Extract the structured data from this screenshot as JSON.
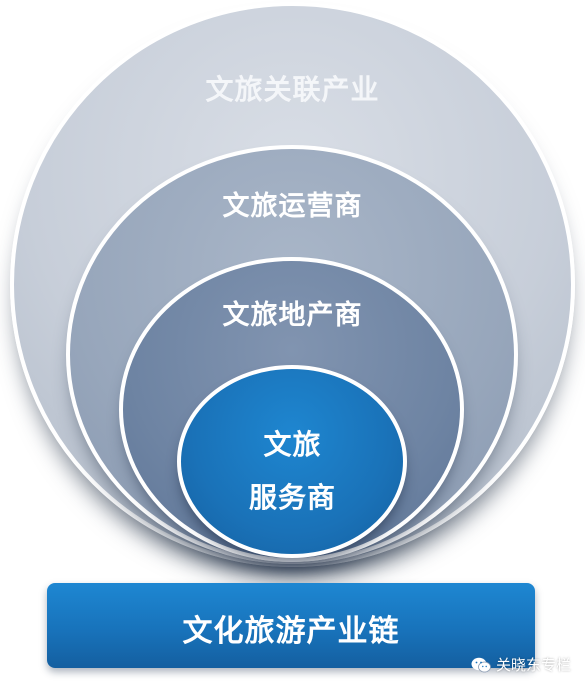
{
  "diagram": {
    "rings": [
      {
        "label": "文旅关联产业"
      },
      {
        "label": "文旅运营商"
      },
      {
        "label": "文旅地产商"
      }
    ],
    "core": {
      "line1": "文旅",
      "line2": "服务商"
    },
    "base_bar": {
      "label": "文化旅游产业链"
    }
  },
  "watermark": {
    "text": "关晓东专栏",
    "icon": "wechat-icon"
  },
  "colors": {
    "ring_outer": "#c7ced9",
    "ring_second": "#97a6bb",
    "ring_third": "#6e84a3",
    "core": "#1a72b8",
    "base_bar": "#1873bb"
  }
}
